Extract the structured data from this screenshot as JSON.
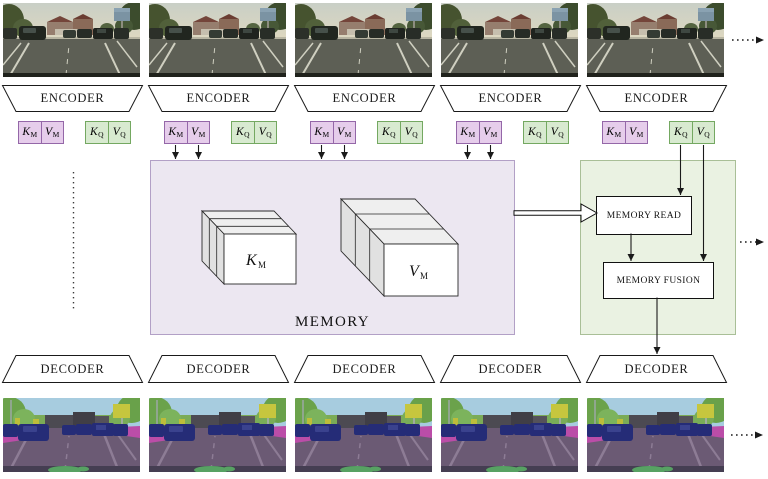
{
  "labels": {
    "encoder": "ENCODER",
    "decoder": "DECODER",
    "memory_panel": "MEMORY",
    "memory_read": "MEMORY READ",
    "memory_fusion": "MEMORY FUSION",
    "key": "K",
    "value": "V",
    "sub_m": "M",
    "sub_q": "Q",
    "key_tensor": "K",
    "key_tensor_sub": "M",
    "value_tensor": "V",
    "value_tensor_sub": "M"
  },
  "colors": {
    "memory_panel_fill": "#ece7f1",
    "memory_panel_border": "#b2a0c6",
    "query_panel_fill": "#eaf2e2",
    "query_panel_border": "#a9bf97",
    "kv_memory_fill": "#e6cdeb",
    "kv_memory_border": "#9467a8",
    "kv_query_fill": "#d8ead0",
    "kv_query_border": "#74a861",
    "arrow": "#1a1a1a"
  }
}
